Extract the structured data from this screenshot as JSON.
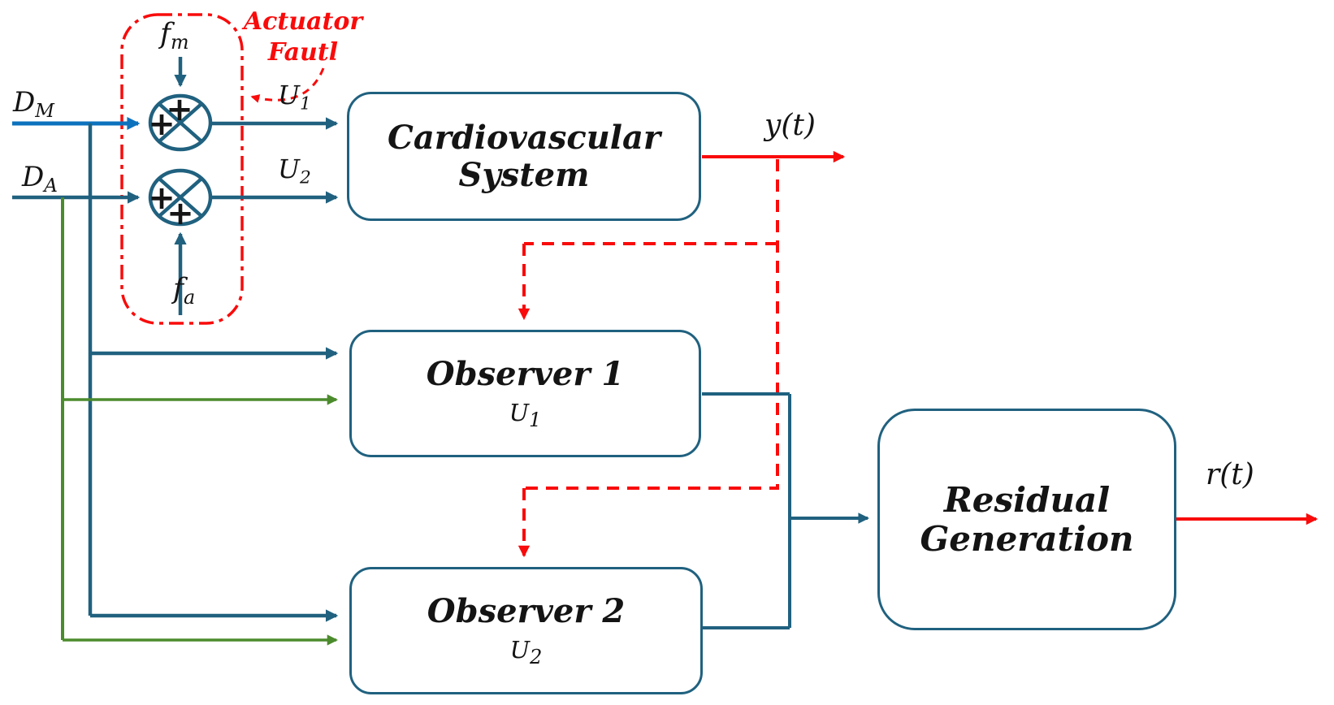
{
  "diagram": {
    "colors": {
      "teal": "#20617F",
      "blue": "#0C72BE",
      "green": "#4C8B2D",
      "red": "#F90B0B",
      "text": "#141414",
      "background": "#FFFFFF"
    },
    "inputs": {
      "dm_base": "D",
      "dm_sub": "M",
      "da_base": "D",
      "da_sub": "A"
    },
    "faults": {
      "fm_base": "f",
      "fm_sub": "m",
      "fa_base": "f",
      "fa_sub": "a",
      "annotation_line1": "Actuator",
      "annotation_line2": "Fautl"
    },
    "signals": {
      "u1_base": "U",
      "u1_sub": "1",
      "u2_base": "U",
      "u2_sub": "2",
      "y": "y(t)",
      "r": "r(t)"
    },
    "junctions": {
      "plus": "+"
    },
    "blocks": {
      "cardiovascular_line1": "Cardiovascular",
      "cardiovascular_line2": "System",
      "observer1_title": "Observer 1",
      "observer2_title": "Observer 2",
      "residual_line1": "Residual",
      "residual_line2": "Generation"
    }
  }
}
